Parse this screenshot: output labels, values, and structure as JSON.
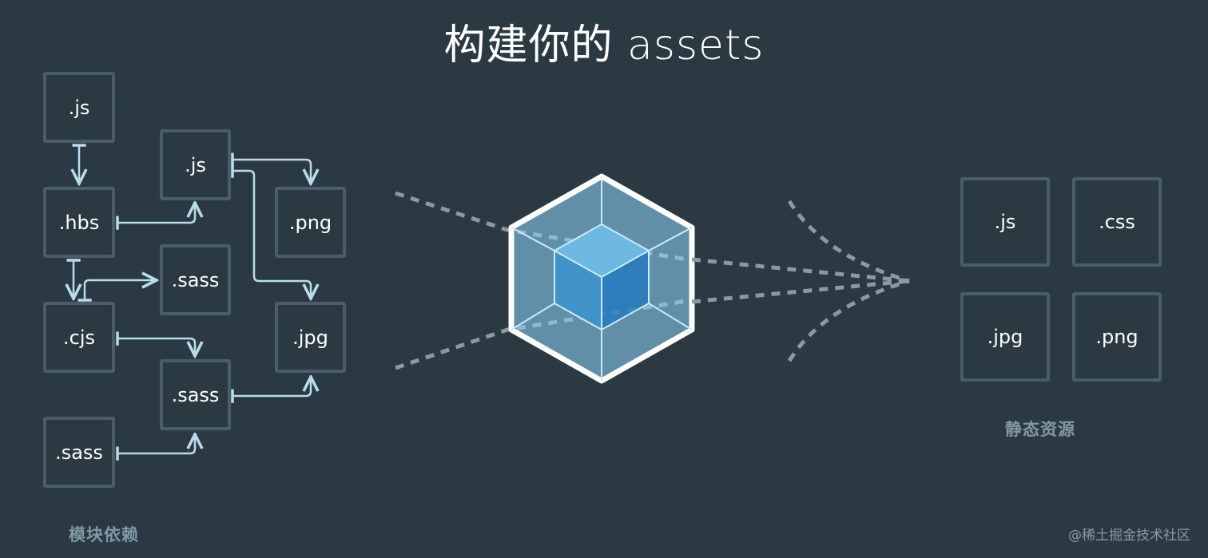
{
  "title": "构建你的 assets",
  "left_group": {
    "caption": "模块依赖",
    "nodes": [
      {
        "id": "js1",
        "label": ".js"
      },
      {
        "id": "hbs",
        "label": ".hbs"
      },
      {
        "id": "cjs",
        "label": ".cjs"
      },
      {
        "id": "sass3",
        "label": ".sass"
      },
      {
        "id": "js2",
        "label": ".js"
      },
      {
        "id": "sass1",
        "label": ".sass"
      },
      {
        "id": "sass2",
        "label": ".sass"
      },
      {
        "id": "png",
        "label": ".png"
      },
      {
        "id": "jpg",
        "label": ".jpg"
      }
    ]
  },
  "right_group": {
    "caption": "静态资源",
    "nodes": [
      {
        "id": "out-js",
        "label": ".js"
      },
      {
        "id": "out-css",
        "label": ".css"
      },
      {
        "id": "out-jpg",
        "label": ".jpg"
      },
      {
        "id": "out-png",
        "label": ".png"
      }
    ]
  },
  "logo": {
    "name": "webpack-cube-icon",
    "outer_color": "#8ed6fb",
    "inner_color": "#1c78c0"
  },
  "watermark": "@稀土掘金技术社区",
  "colors": {
    "background": "#2b3a42",
    "box_border": "#4b5d66",
    "arrow": "#b8dcec",
    "dotted": "#8b9aa2"
  }
}
